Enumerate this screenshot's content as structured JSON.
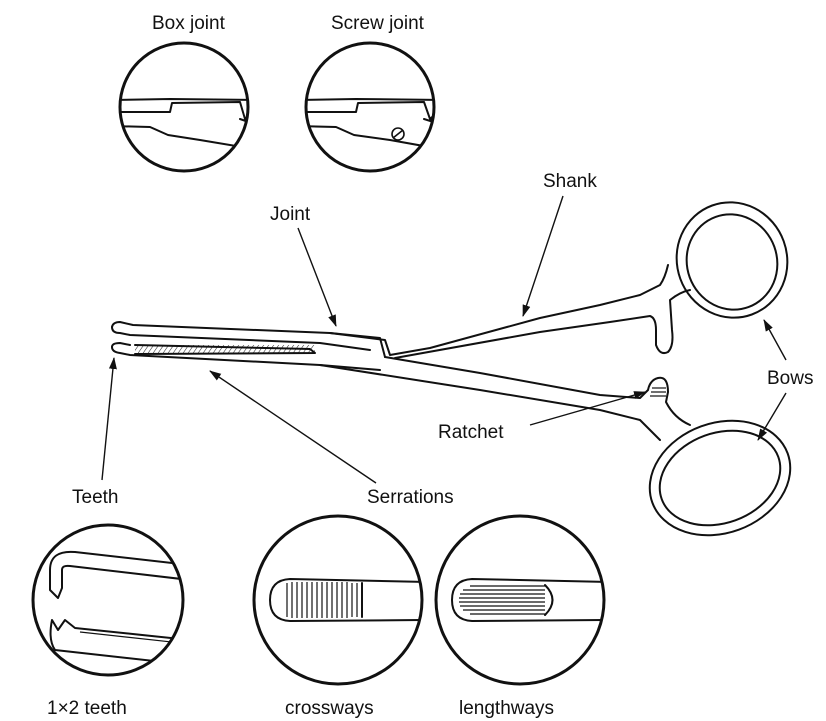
{
  "labels": {
    "box_joint": "Box joint",
    "screw_joint": "Screw joint",
    "joint": "Joint",
    "shank": "Shank",
    "bows": "Bows",
    "ratchet": "Ratchet",
    "teeth": "Teeth",
    "serrations": "Serrations",
    "teeth_1x2": "1×2 teeth",
    "crossways": "crossways",
    "lengthways": "lengthways"
  },
  "colors": {
    "line": "#111111",
    "background": "#ffffff"
  }
}
